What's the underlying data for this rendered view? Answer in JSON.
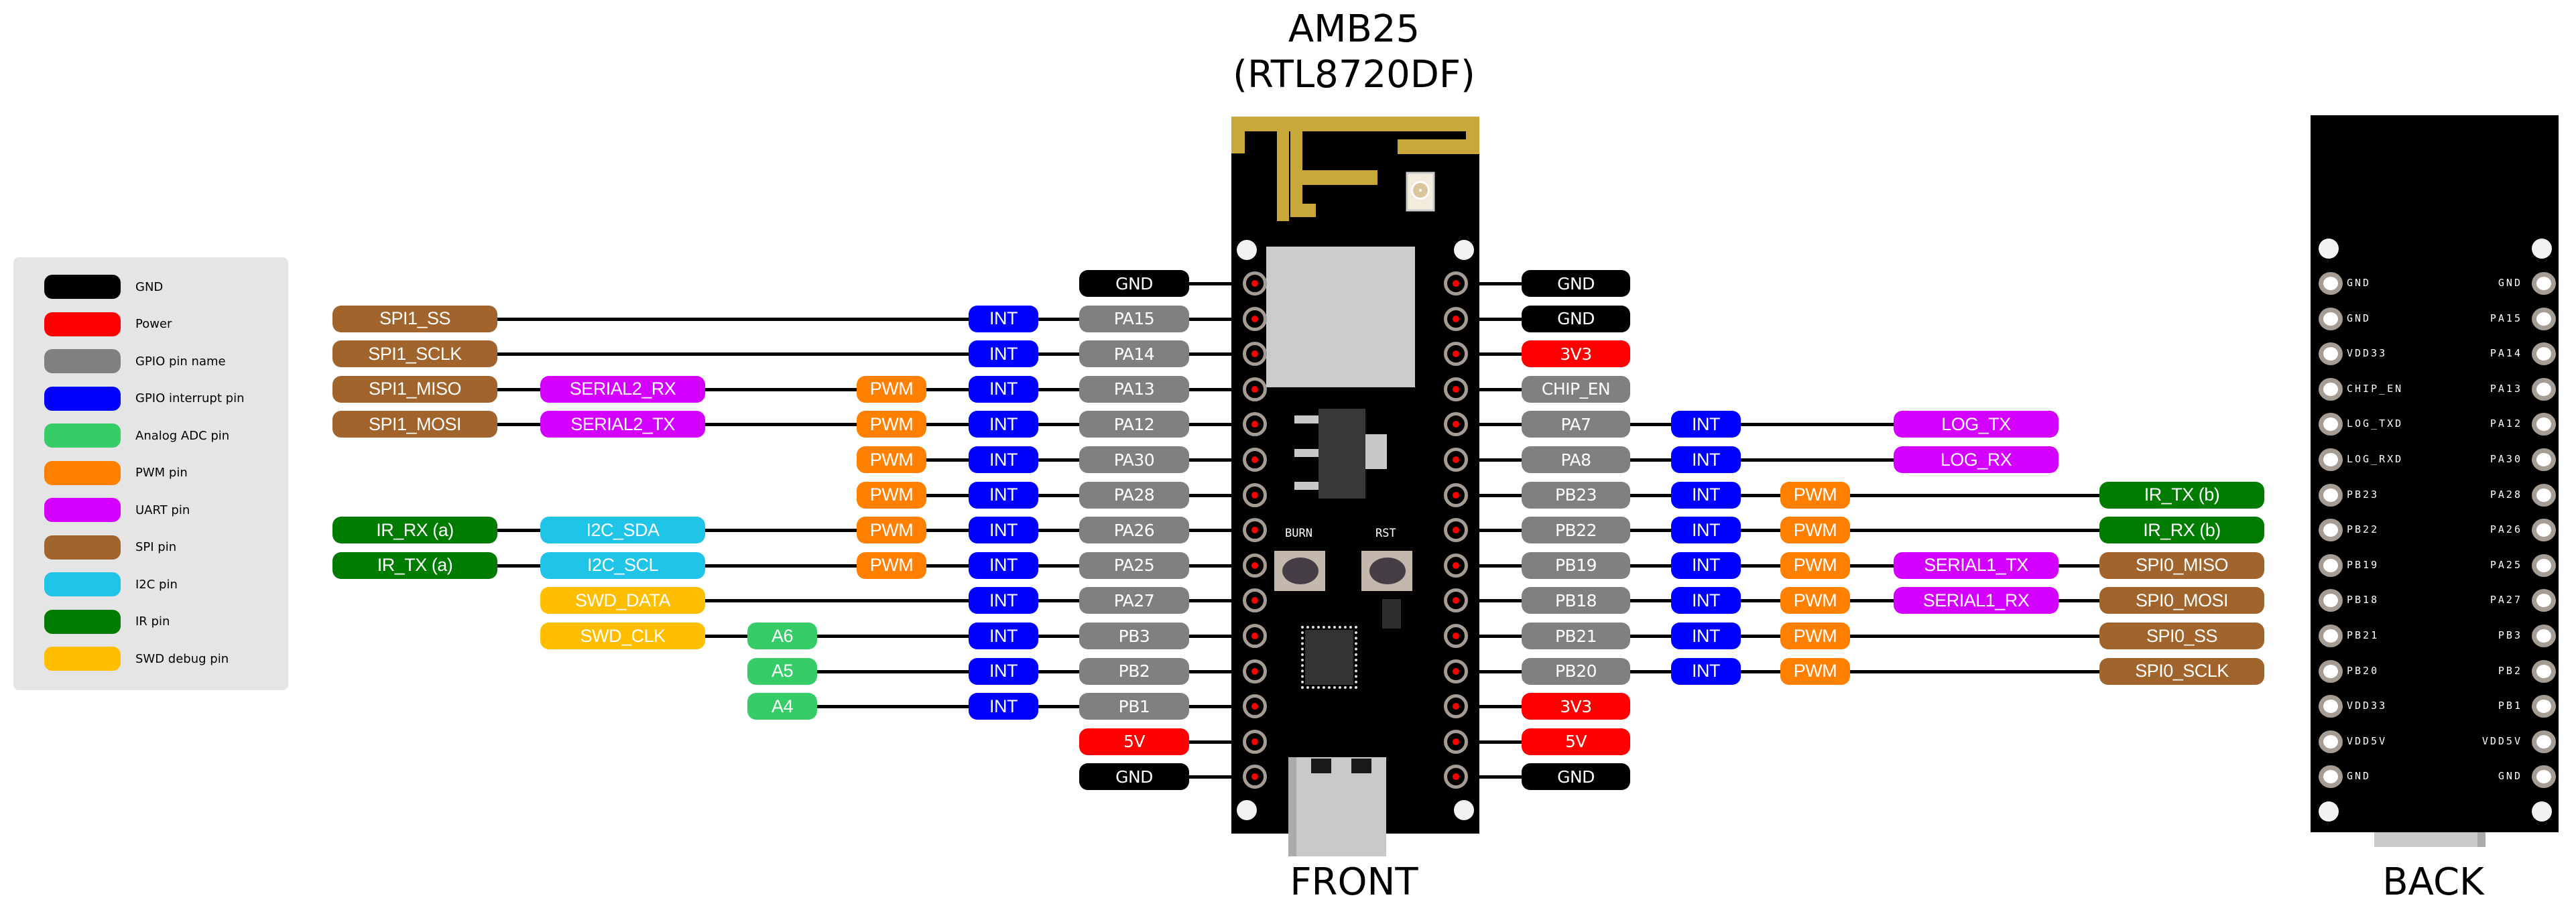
{
  "title": {
    "line1": "AMB25",
    "line2": "(RTL8720DF)"
  },
  "captions": {
    "front": "FRONT",
    "back": "BACK"
  },
  "colors": {
    "gnd": "#000000",
    "power": "#ff0000",
    "gpio": "#808080",
    "int": "#0000ff",
    "adc": "#36cc68",
    "pwm": "#ff8000",
    "uart": "#d400ff",
    "spi": "#a0642c",
    "i2c": "#1fc4e6",
    "ir": "#007d00",
    "swd": "#ffbf00",
    "antenna": "#c8a838",
    "board": "#000000",
    "pad_ring": "#a59c94",
    "legend_bg": "#e5e5e5"
  },
  "legend": [
    {
      "type": "gnd",
      "label": "GND"
    },
    {
      "type": "power",
      "label": "Power"
    },
    {
      "type": "gpio",
      "label": "GPIO pin name"
    },
    {
      "type": "int",
      "label": "GPIO interrupt pin"
    },
    {
      "type": "adc",
      "label": "Analog ADC pin"
    },
    {
      "type": "pwm",
      "label": "PWM pin"
    },
    {
      "type": "uart",
      "label": "UART pin"
    },
    {
      "type": "spi",
      "label": "SPI pin"
    },
    {
      "type": "i2c",
      "label": "I2C pin"
    },
    {
      "type": "ir",
      "label": "IR pin"
    },
    {
      "type": "swd",
      "label": "SWD debug pin"
    }
  ],
  "board_silkscreen": {
    "burn": "BURN",
    "rst": "RST"
  },
  "left_pins": [
    {
      "pin": {
        "label": "GND",
        "type": "gnd"
      }
    },
    {
      "pin": {
        "label": "PA15",
        "type": "gpio"
      },
      "int": "INT",
      "spi": "SPI1_SS"
    },
    {
      "pin": {
        "label": "PA14",
        "type": "gpio"
      },
      "int": "INT",
      "spi": "SPI1_SCLK"
    },
    {
      "pin": {
        "label": "PA13",
        "type": "gpio"
      },
      "int": "INT",
      "pwm": "PWM",
      "uart": "SERIAL2_RX",
      "spi": "SPI1_MISO"
    },
    {
      "pin": {
        "label": "PA12",
        "type": "gpio"
      },
      "int": "INT",
      "pwm": "PWM",
      "uart": "SERIAL2_TX",
      "spi": "SPI1_MOSI"
    },
    {
      "pin": {
        "label": "PA30",
        "type": "gpio"
      },
      "int": "INT",
      "pwm": "PWM"
    },
    {
      "pin": {
        "label": "PA28",
        "type": "gpio"
      },
      "int": "INT",
      "pwm": "PWM"
    },
    {
      "pin": {
        "label": "PA26",
        "type": "gpio"
      },
      "int": "INT",
      "pwm": "PWM",
      "i2c": "I2C_SDA",
      "ir": "IR_RX (a)"
    },
    {
      "pin": {
        "label": "PA25",
        "type": "gpio"
      },
      "int": "INT",
      "pwm": "PWM",
      "i2c": "I2C_SCL",
      "ir": "IR_TX (a)"
    },
    {
      "pin": {
        "label": "PA27",
        "type": "gpio"
      },
      "int": "INT",
      "swd": "SWD_DATA"
    },
    {
      "pin": {
        "label": "PB3",
        "type": "gpio"
      },
      "int": "INT",
      "adc": "A6",
      "swd": "SWD_CLK"
    },
    {
      "pin": {
        "label": "PB2",
        "type": "gpio"
      },
      "int": "INT",
      "adc": "A5"
    },
    {
      "pin": {
        "label": "PB1",
        "type": "gpio"
      },
      "int": "INT",
      "adc": "A4"
    },
    {
      "pin": {
        "label": "5V",
        "type": "power"
      }
    },
    {
      "pin": {
        "label": "GND",
        "type": "gnd"
      }
    }
  ],
  "right_pins": [
    {
      "pin": {
        "label": "GND",
        "type": "gnd"
      }
    },
    {
      "pin": {
        "label": "GND",
        "type": "gnd"
      }
    },
    {
      "pin": {
        "label": "3V3",
        "type": "power"
      }
    },
    {
      "pin": {
        "label": "CHIP_EN",
        "type": "gpio"
      }
    },
    {
      "pin": {
        "label": "PA7",
        "type": "gpio"
      },
      "int": "INT",
      "uart": "LOG_TX"
    },
    {
      "pin": {
        "label": "PA8",
        "type": "gpio"
      },
      "int": "INT",
      "uart": "LOG_RX"
    },
    {
      "pin": {
        "label": "PB23",
        "type": "gpio"
      },
      "int": "INT",
      "pwm": "PWM",
      "ir": "IR_TX (b)"
    },
    {
      "pin": {
        "label": "PB22",
        "type": "gpio"
      },
      "int": "INT",
      "pwm": "PWM",
      "ir": "IR_RX (b)"
    },
    {
      "pin": {
        "label": "PB19",
        "type": "gpio"
      },
      "int": "INT",
      "pwm": "PWM",
      "uart": "SERIAL1_TX",
      "spi": "SPI0_MISO"
    },
    {
      "pin": {
        "label": "PB18",
        "type": "gpio"
      },
      "int": "INT",
      "pwm": "PWM",
      "uart": "SERIAL1_RX",
      "spi": "SPI0_MOSI"
    },
    {
      "pin": {
        "label": "PB21",
        "type": "gpio"
      },
      "int": "INT",
      "pwm": "PWM",
      "spi": "SPI0_SS"
    },
    {
      "pin": {
        "label": "PB20",
        "type": "gpio"
      },
      "int": "INT",
      "pwm": "PWM",
      "spi": "SPI0_SCLK"
    },
    {
      "pin": {
        "label": "3V3",
        "type": "power"
      }
    },
    {
      "pin": {
        "label": "5V",
        "type": "power"
      }
    },
    {
      "pin": {
        "label": "GND",
        "type": "gnd"
      }
    }
  ],
  "back_labels": {
    "left": [
      "GND",
      "GND",
      "VDD33",
      "CHIP_EN",
      "LOG_TXD",
      "LOG_RXD",
      "PB23",
      "PB22",
      "PB19",
      "PB18",
      "PB21",
      "PB20",
      "VDD33",
      "VDD5V",
      "GND"
    ],
    "right": [
      "GND",
      "PA15",
      "PA14",
      "PA13",
      "PA12",
      "PA30",
      "PA28",
      "PA26",
      "PA25",
      "PA27",
      "PB3",
      "PB2",
      "PB1",
      "VDD5V",
      "GND"
    ]
  }
}
